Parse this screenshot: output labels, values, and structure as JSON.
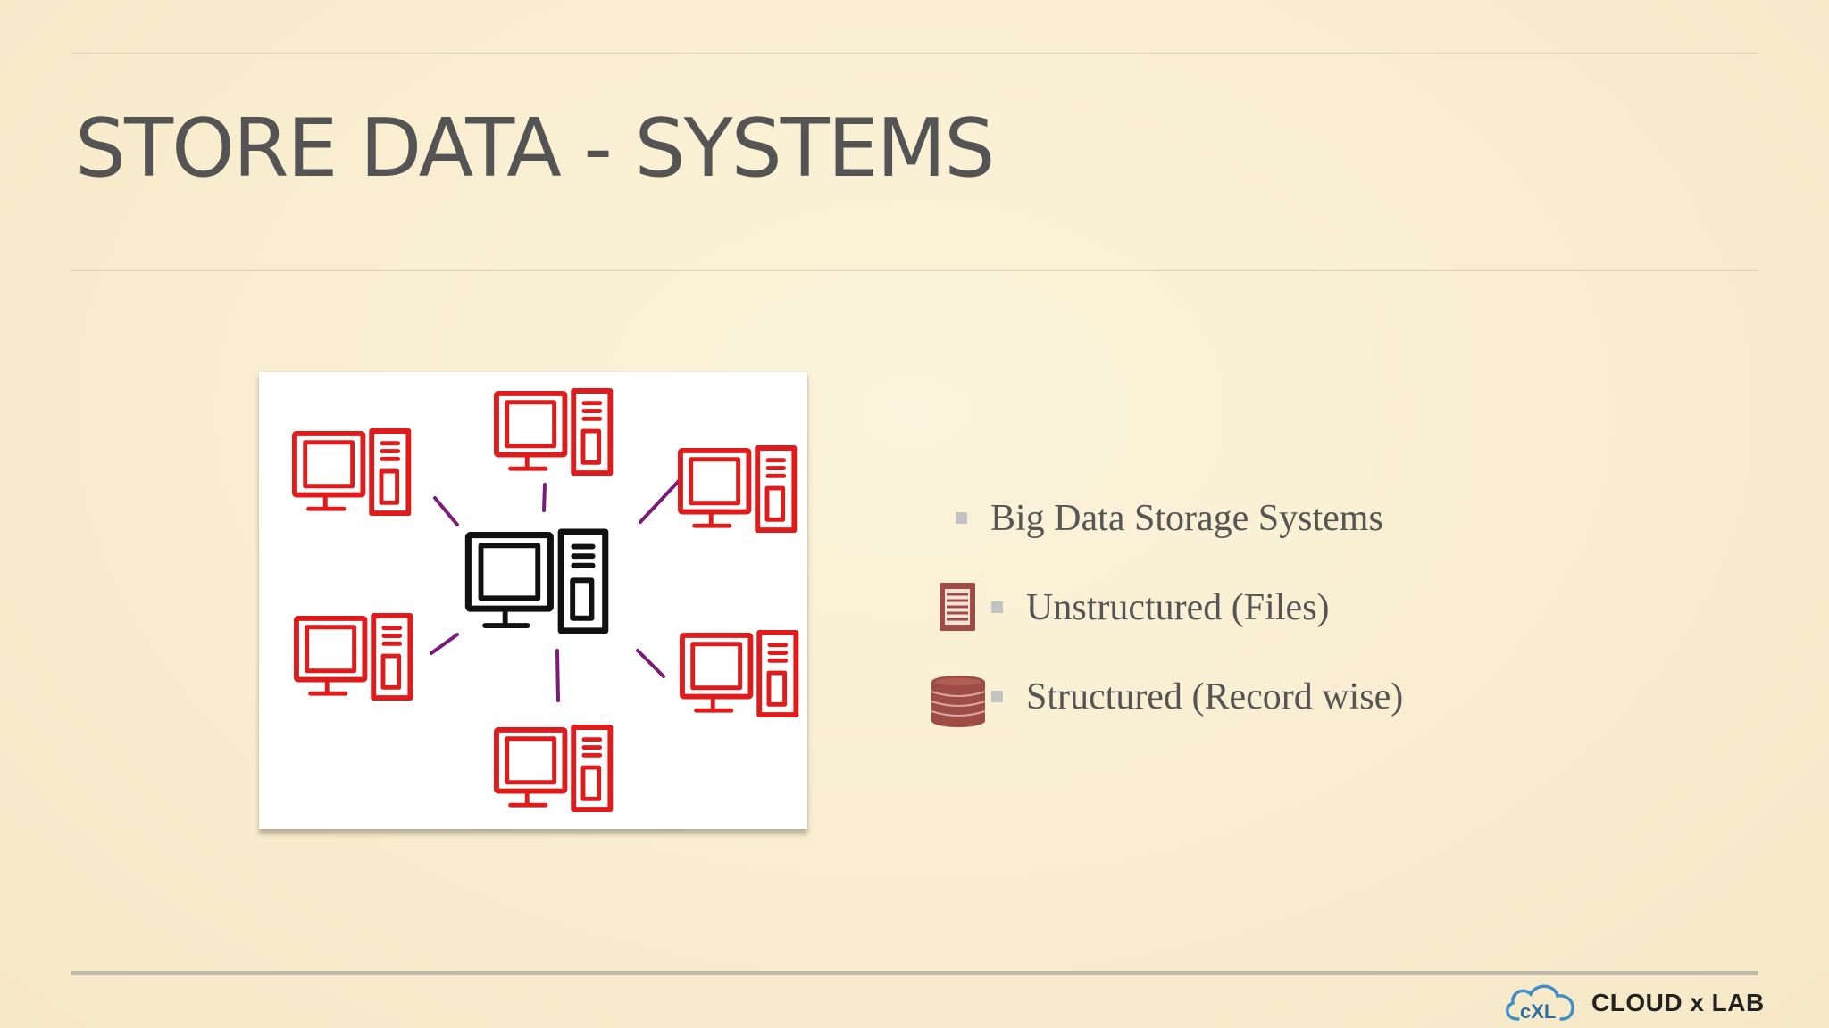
{
  "slide": {
    "title": "STORE DATA - SYSTEMS"
  },
  "diagram": {
    "center_node": "computer-icon",
    "peer_nodes": [
      "computer-icon",
      "computer-icon",
      "computer-icon",
      "computer-icon",
      "computer-icon",
      "computer-icon"
    ],
    "peer_color": "#e01b1b",
    "center_color": "#111111",
    "link_color": "#7a1a7a"
  },
  "bullets": [
    {
      "text": "Big Data Storage Systems",
      "icon": ""
    },
    {
      "text": "Unstructured (Files)",
      "icon": "file-icon"
    },
    {
      "text": "Structured (Record wise)",
      "icon": "database-icon"
    }
  ],
  "icon_color": "#9e4c46",
  "footer": {
    "logo_text": "CLOUD x LAB",
    "logo_mark": "cxl-cloud-logo"
  }
}
